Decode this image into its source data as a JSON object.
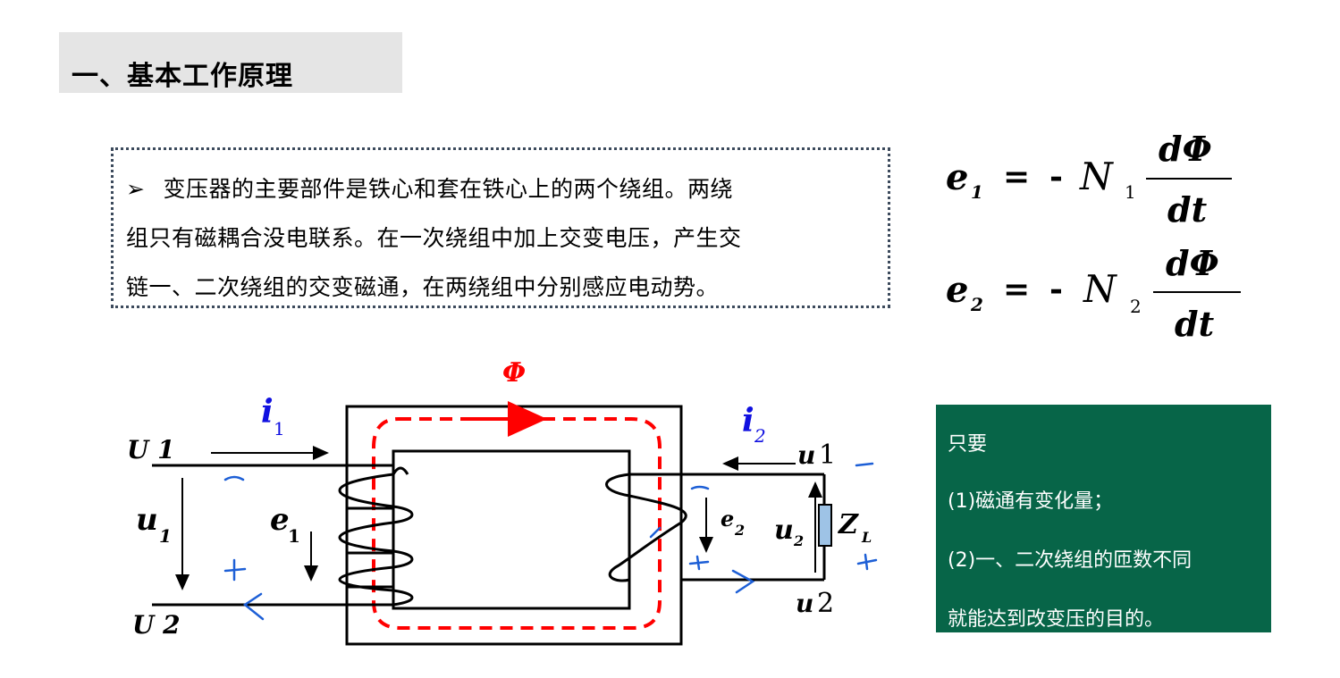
{
  "heading": {
    "text": "一、基本工作原理"
  },
  "principle": {
    "bullet_symbol": "➢",
    "line1": "变压器的主要部件是铁心和套在铁心上的两个绕组。两绕",
    "line2": "组只有磁耦合没电联系。在一次绕组中加上交变电压，产生交",
    "line3": "链一、二次绕组的交变磁通，在两绕组中分别感应电动势。"
  },
  "formulas": {
    "e1": {
      "lhs": "e",
      "lhs_sub": "1",
      "equals": "=",
      "minus": "-",
      "N": "N",
      "N_sub": "1",
      "numerator": "dΦ",
      "denominator": "dt"
    },
    "e2": {
      "lhs": "e",
      "lhs_sub": "2",
      "equals": "=",
      "minus": "-",
      "N": "N",
      "N_sub": "2",
      "numerator": "dΦ",
      "denominator": "dt"
    }
  },
  "diagram": {
    "phi": "Φ",
    "i1": "i",
    "i1_sub": "1",
    "i2": "i",
    "i2_sub": "2",
    "U1": "U 1",
    "U2": "U 2",
    "u1_voltage": "u",
    "u1_voltage_sub": "1",
    "e1": "e",
    "e1_sub": "1",
    "e2": "e",
    "e2_sub": "2",
    "u2_voltage": "u",
    "u2_voltage_sub": "2",
    "load": "Z",
    "load_sub": "L",
    "u1_terminal": "u",
    "u1_terminal_num": "1",
    "u2_terminal": "u",
    "u2_terminal_num": "2",
    "colors": {
      "flux": "#ff0000",
      "current": "#1010e0",
      "annotation": "#1d5fd6",
      "load": "#9ec3e6"
    }
  },
  "conditions": {
    "line1": "只要",
    "line2": "(1)磁通有变化量；",
    "line3": "(2)一、二次绕组的匝数不同",
    "line4": "就能达到改变压的目的。"
  }
}
